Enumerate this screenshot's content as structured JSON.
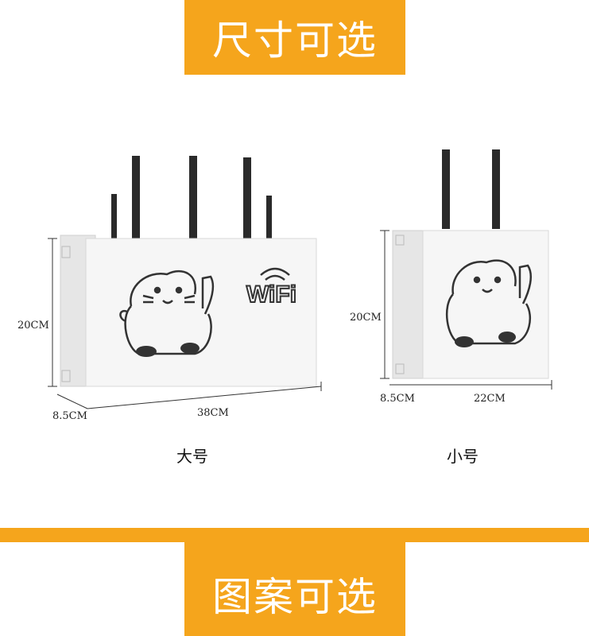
{
  "header": {
    "title": "尺寸可选"
  },
  "footer": {
    "title": "图案可选"
  },
  "products": [
    {
      "size_label": "大号",
      "height": "20CM",
      "depth": "8.5CM",
      "width": "38CM",
      "badge": "WiFi"
    },
    {
      "size_label": "小号",
      "height": "20CM",
      "depth": "8.5CM",
      "width": "22CM"
    }
  ],
  "colors": {
    "accent": "#f5a51c",
    "box": "#f4f4f4",
    "antenna": "#2a2a2a"
  }
}
